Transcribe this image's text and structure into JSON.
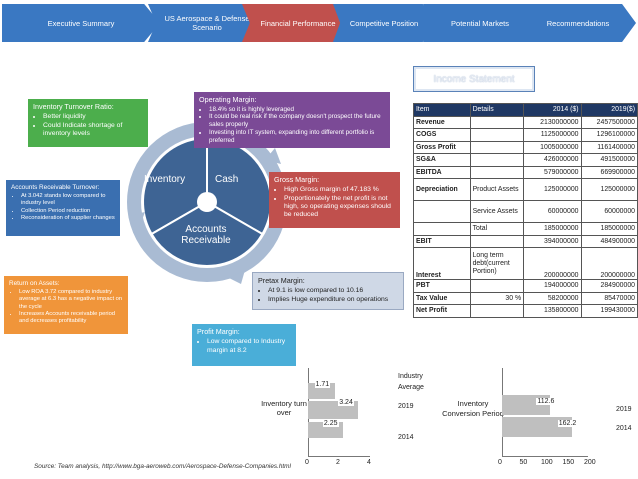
{
  "nav": {
    "steps": [
      {
        "label": "Executive Summary"
      },
      {
        "label": "US Aerospace & Defense Scenario"
      },
      {
        "label": "Financial Performance"
      },
      {
        "label": "Competitive Position"
      },
      {
        "label": "Potential Markets"
      },
      {
        "label": "Recommendations"
      }
    ],
    "active_index": 2,
    "colors": {
      "default": "#3a78c2",
      "active": "#c0504d"
    }
  },
  "cycle": {
    "segments": [
      "Inventory",
      "Cash",
      "Accounts Receivable"
    ],
    "segment_color": "#3e6494",
    "ring_color": "#a9bbd3"
  },
  "callouts": {
    "inventory_turnover": {
      "title": "Inventory Turnover Ratio:",
      "bullets": [
        "Better liquidity",
        "Could Indicate shortage of inventory levels"
      ],
      "color": "#4cae4c"
    },
    "operating_margin": {
      "title": "Operating Margin:",
      "bullets": [
        "18.4% so it is highly leveraged",
        "It could be real risk if the company doesn't prospect the future sales properly",
        "Investing into IT system, expanding into different portfolio is preferred"
      ],
      "color": "#7b4a96"
    },
    "gross_margin": {
      "title": "Gross Margin:",
      "bullets": [
        "High Gross margin of 47.183 %",
        "Proportionately the net profit is not high, so operating expenses should be reduced"
      ],
      "color": "#c0504d"
    },
    "accounts_receivable_turnover": {
      "title": "Accounts Receivable Turnover:",
      "bullets": [
        "At 3.042 stands low compared to industry level",
        "Collection Period reduction",
        "Reconsideration of supplier changes"
      ],
      "color": "#3a6fb0"
    },
    "return_on_assets": {
      "title": "Return on Assets:",
      "bullets": [
        "Low ROA 3.72 compared to industry average at 6.3 has a negative impact on the cycle",
        "Increases Accounts receivable period and decreases profitability"
      ],
      "color": "#f0953a"
    },
    "pretax_margin": {
      "title": "Pretax Margin:",
      "bullets": [
        "At 9.1 is low compared to 10.16",
        "Implies Huge expenditure on operations"
      ],
      "color": "#cfd8e6"
    },
    "profit_margin": {
      "title": "Profit Margin:",
      "bullets": [
        "Low compared to Industry margin at 8.2"
      ],
      "color": "#4aaed8"
    }
  },
  "income_statement": {
    "title": "Income Statement",
    "columns": [
      "Item",
      "Details",
      "2014 ($)",
      "2019($)"
    ],
    "rows": [
      {
        "item": "Revenue",
        "details": "",
        "v2014": "2130000000",
        "v2019": "2457500000"
      },
      {
        "item": "COGS",
        "details": "",
        "v2014": "1125000000",
        "v2019": "1296100000"
      },
      {
        "item": "Gross Profit",
        "details": "",
        "v2014": "1005000000",
        "v2019": "1161400000"
      },
      {
        "item": "SG&A",
        "details": "",
        "v2014": "426000000",
        "v2019": "491500000"
      },
      {
        "item": "EBITDA",
        "details": "",
        "v2014": "579000000",
        "v2019": "669900000"
      },
      {
        "item": "Depreciation",
        "details": "Product Assets",
        "v2014": "125000000",
        "v2019": "125000000"
      },
      {
        "item": "",
        "details": "Service Assets",
        "v2014": "60000000",
        "v2019": "60000000"
      },
      {
        "item": "",
        "details": "Total",
        "v2014": "185000000",
        "v2019": "185000000"
      },
      {
        "item": "EBIT",
        "details": "",
        "v2014": "394000000",
        "v2019": "484900000"
      },
      {
        "item": "Interest",
        "details": "Long term debt(current Portion)",
        "v2014": "200000000",
        "v2019": "200000000"
      },
      {
        "item": "PBT",
        "details": "",
        "v2014": "194000000",
        "v2019": "284900000"
      },
      {
        "item": "Tax Value",
        "details": "30 %",
        "v2014": "58200000",
        "v2019": "85470000"
      },
      {
        "item": "Net Profit",
        "details": "",
        "v2014": "135800000",
        "v2019": "199430000"
      }
    ]
  },
  "chart_data": [
    {
      "type": "bar",
      "orientation": "horizontal",
      "ylabel": "Inventory turn over",
      "categories": [
        "Industry Average",
        "2019",
        "2014"
      ],
      "values": [
        1.71,
        3.24,
        2.25
      ],
      "value_labels": [
        "1.71",
        "3.24",
        "2.25"
      ],
      "xlim": [
        0,
        4
      ],
      "xticks": [
        "0",
        "2",
        "4"
      ],
      "bar_color": "#bfbfbf"
    },
    {
      "type": "bar",
      "orientation": "horizontal",
      "ylabel": "Inventory Conversion Period",
      "categories": [
        "2019",
        "2014"
      ],
      "values": [
        112.6,
        162.2
      ],
      "value_labels": [
        "112.6",
        "162.2"
      ],
      "xlim": [
        0,
        200
      ],
      "xticks": [
        "0",
        "50",
        "100",
        "150",
        "200"
      ],
      "bar_color": "#bfbfbf"
    }
  ],
  "source_note": "Source: Team analysis,  http://www.bga-aeroweb.com/Aerospace-Defense-Companies.html"
}
